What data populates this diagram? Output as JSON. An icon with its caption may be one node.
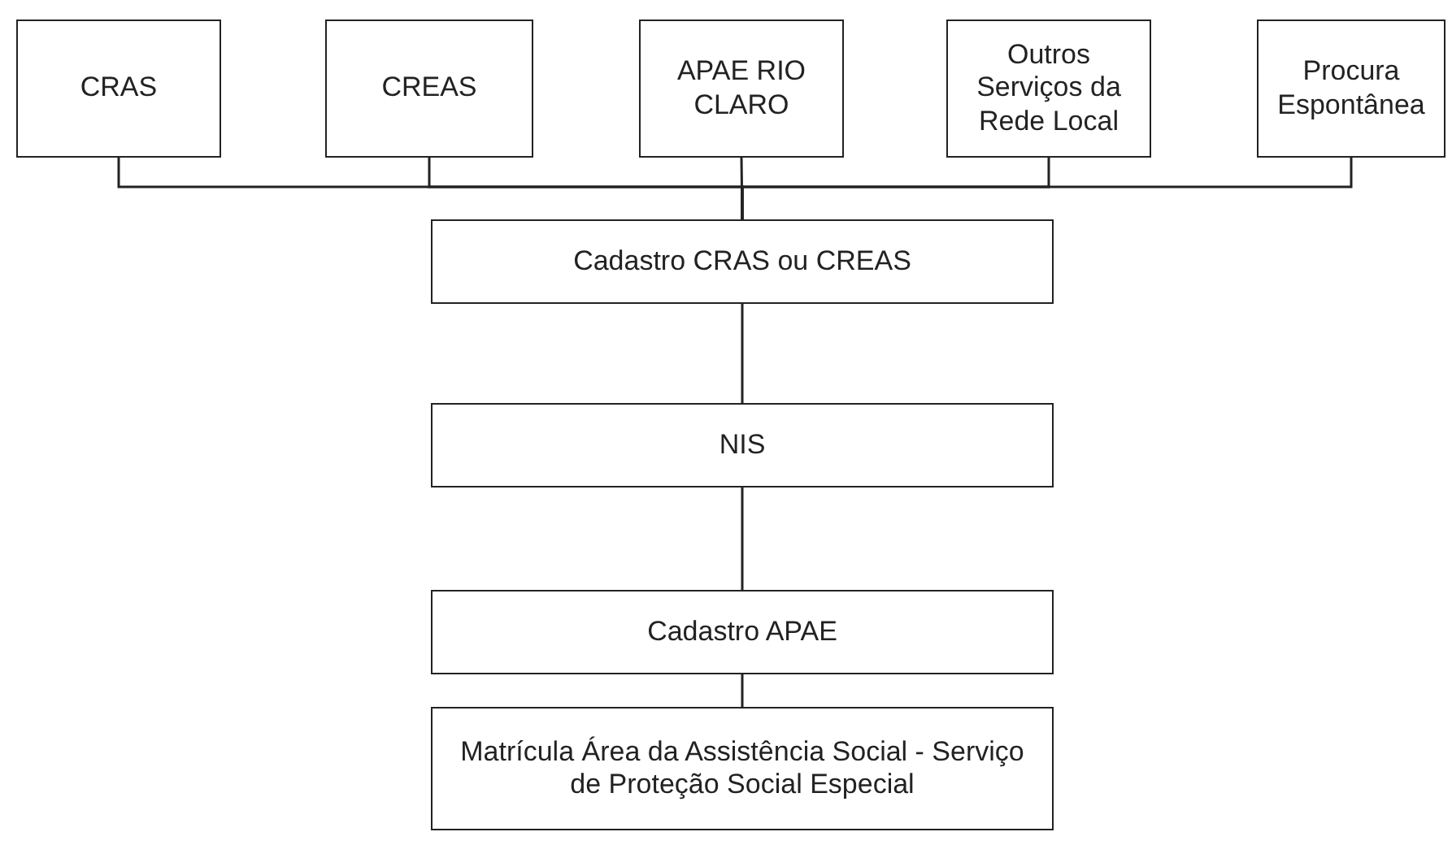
{
  "diagram": {
    "nodes": [
      {
        "text": [
          "CRAS"
        ]
      },
      {
        "text": [
          "CREAS"
        ]
      },
      {
        "text": [
          "APAE RIO CLARO"
        ]
      },
      {
        "text": [
          "Outros Serviços da Rede Local"
        ]
      },
      {
        "text": [
          "Procura Espontânea"
        ]
      },
      {
        "text": [
          "Cadastro CRAS ou CREAS"
        ]
      },
      {
        "text": [
          "NIS"
        ]
      },
      {
        "text": [
          "Cadastro APAE"
        ]
      },
      {
        "text": [
          "Matrícula Área da Assistência Social - Serviço de Proteção Social Especial"
        ]
      }
    ],
    "edges": [
      {
        "from": 0,
        "to": 5,
        "arrow": "none"
      },
      {
        "from": 1,
        "to": 5,
        "arrow": "none"
      },
      {
        "from": 2,
        "to": 5,
        "arrow": "none"
      },
      {
        "from": 3,
        "to": 5,
        "arrow": "none"
      },
      {
        "from": 4,
        "to": 5,
        "arrow": "none"
      },
      {
        "from": 5,
        "to": 6,
        "arrow": "none"
      },
      {
        "from": 6,
        "to": 7,
        "arrow": "none"
      },
      {
        "from": 7,
        "to": 8,
        "arrow": "none"
      }
    ]
  }
}
